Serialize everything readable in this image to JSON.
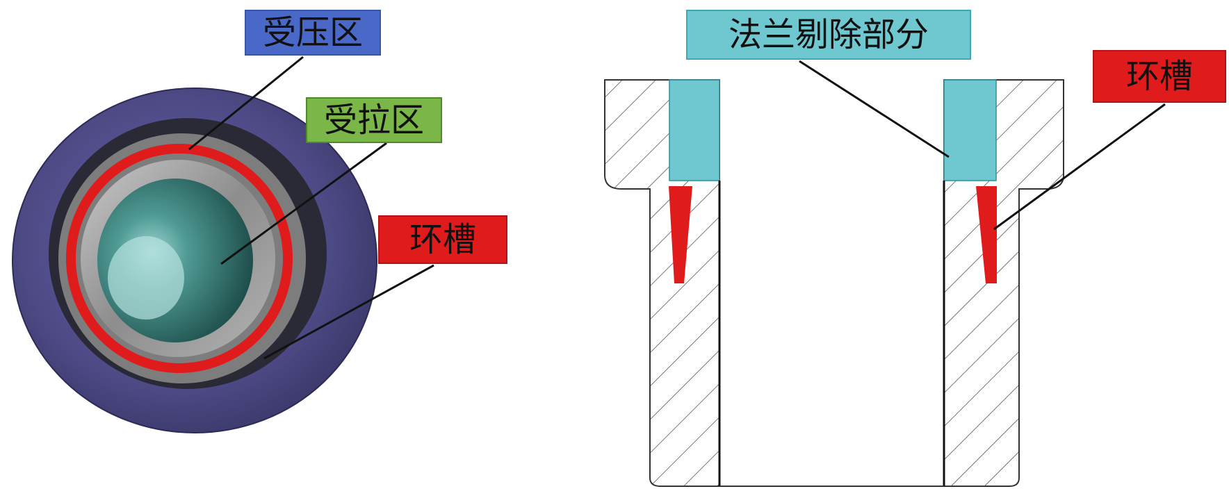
{
  "colors": {
    "pressure_zone": "#4a68c8",
    "tension_zone": "#7ab648",
    "groove": "#e01b1b",
    "flange_removed": "#6fc8d0",
    "outline": "#111111",
    "hatch": "#555555",
    "disk_body": "#55508f",
    "inner_bore": "#2f6f6a"
  },
  "labels": {
    "pressure_zone": "受压区",
    "tension_zone": "受拉区",
    "groove_left": "环槽",
    "flange_removed": "法兰剔除部分",
    "groove_right": "环槽"
  }
}
